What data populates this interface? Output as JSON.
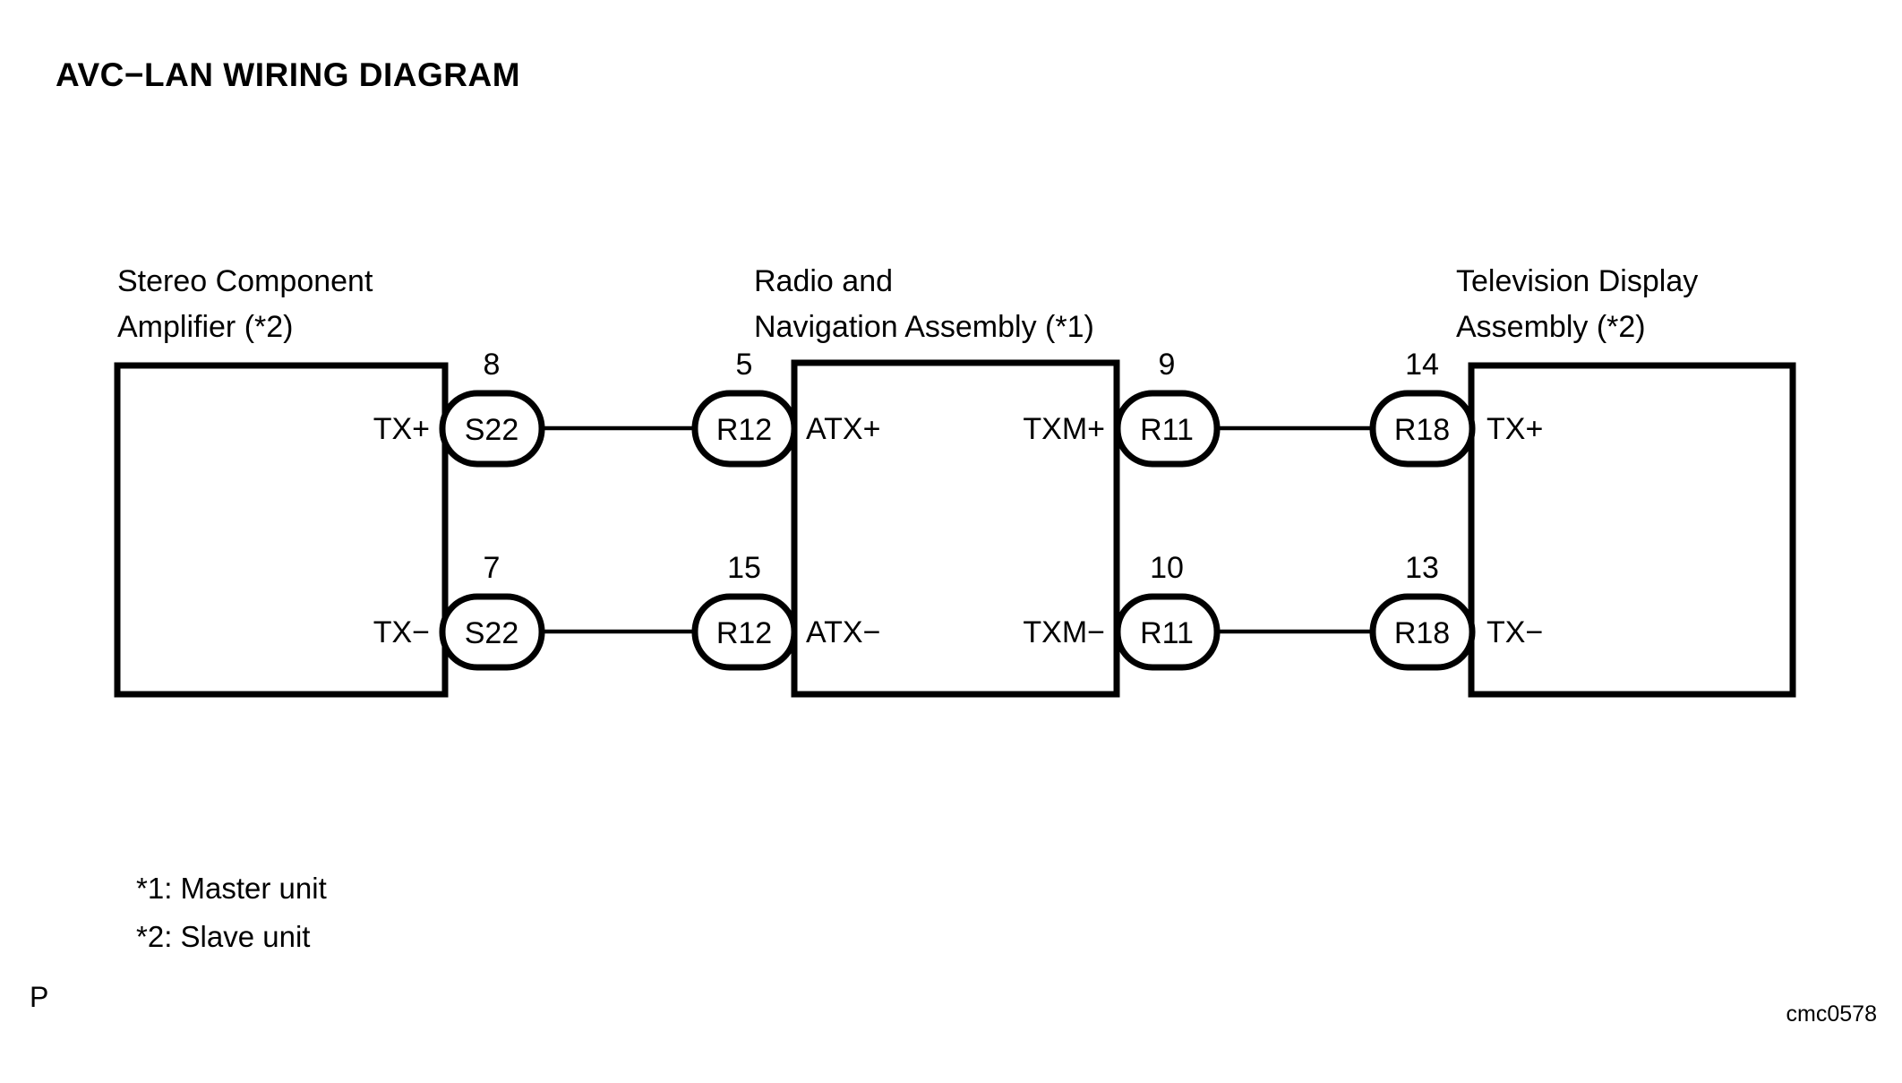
{
  "title": "AVC−LAN WIRING DIAGRAM",
  "units": [
    {
      "id": "stereo-component-amplifier",
      "caption_line1": "Stereo Component",
      "caption_line2": "Amplifier (*2)",
      "role": "slave"
    },
    {
      "id": "radio-and-navigation-assembly",
      "caption_line1": "Radio and",
      "caption_line2": "Navigation Assembly (*1)",
      "role": "master"
    },
    {
      "id": "television-display-assembly",
      "caption_line1": "Television Display",
      "caption_line2": "Assembly (*2)",
      "role": "slave"
    }
  ],
  "rows": {
    "top": {
      "amp_signal": "TX+",
      "amp_connector": "S22",
      "amp_pin": "8",
      "nav_left_connector": "R12",
      "nav_left_pin": "5",
      "nav_left_signal": "ATX+",
      "nav_right_signal": "TXM+",
      "nav_right_connector": "R11",
      "nav_right_pin": "9",
      "tv_connector": "R18",
      "tv_pin": "14",
      "tv_signal": "TX+"
    },
    "bottom": {
      "amp_signal": "TX−",
      "amp_connector": "S22",
      "amp_pin": "7",
      "nav_left_connector": "R12",
      "nav_left_pin": "15",
      "nav_left_signal": "ATX−",
      "nav_right_signal": "TXM−",
      "nav_right_connector": "R11",
      "nav_right_pin": "10",
      "tv_connector": "R18",
      "tv_pin": "13",
      "tv_signal": "TX−"
    }
  },
  "notes": [
    "*1: Master unit",
    "*2: Slave unit"
  ],
  "corner_mark": "P",
  "figure_code": "cmc0578",
  "colors": {
    "ink": "#000000",
    "paper": "#ffffff"
  }
}
